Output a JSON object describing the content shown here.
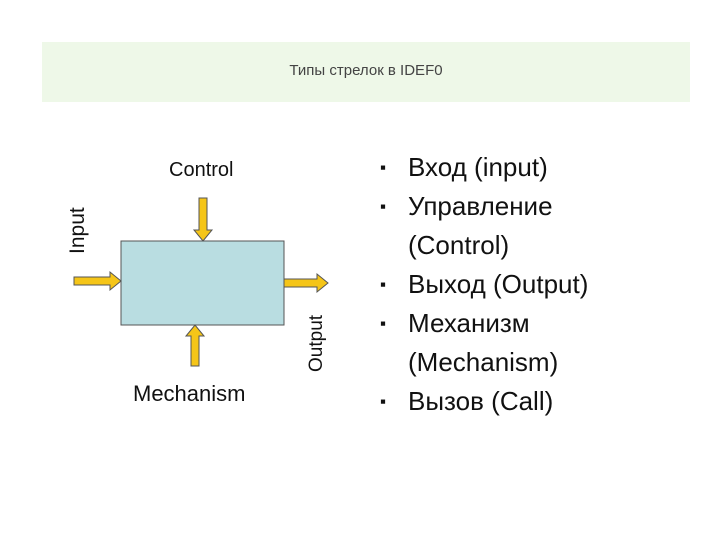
{
  "title": "Типы стрелок в IDEF0",
  "diagram": {
    "labels": {
      "input": "Input",
      "control": "Control",
      "output": "Output",
      "mechanism": "Mechanism"
    },
    "colors": {
      "box_fill": "#b9dde1",
      "box_stroke": "#555555",
      "arrow_fill": "#f5c518",
      "arrow_stroke": "#555555",
      "title_bg": "#eef8e8"
    }
  },
  "bullet_icon": "square-bullet-icon",
  "bullets": [
    {
      "line1": "Вход (input)",
      "line2": ""
    },
    {
      "line1": "Управление",
      "line2": "(Control)"
    },
    {
      "line1": "Выход (Output)",
      "line2": ""
    },
    {
      "line1": "Механизм",
      "line2": "(Mechanism)"
    },
    {
      "line1": "Вызов (Call)",
      "line2": ""
    }
  ]
}
